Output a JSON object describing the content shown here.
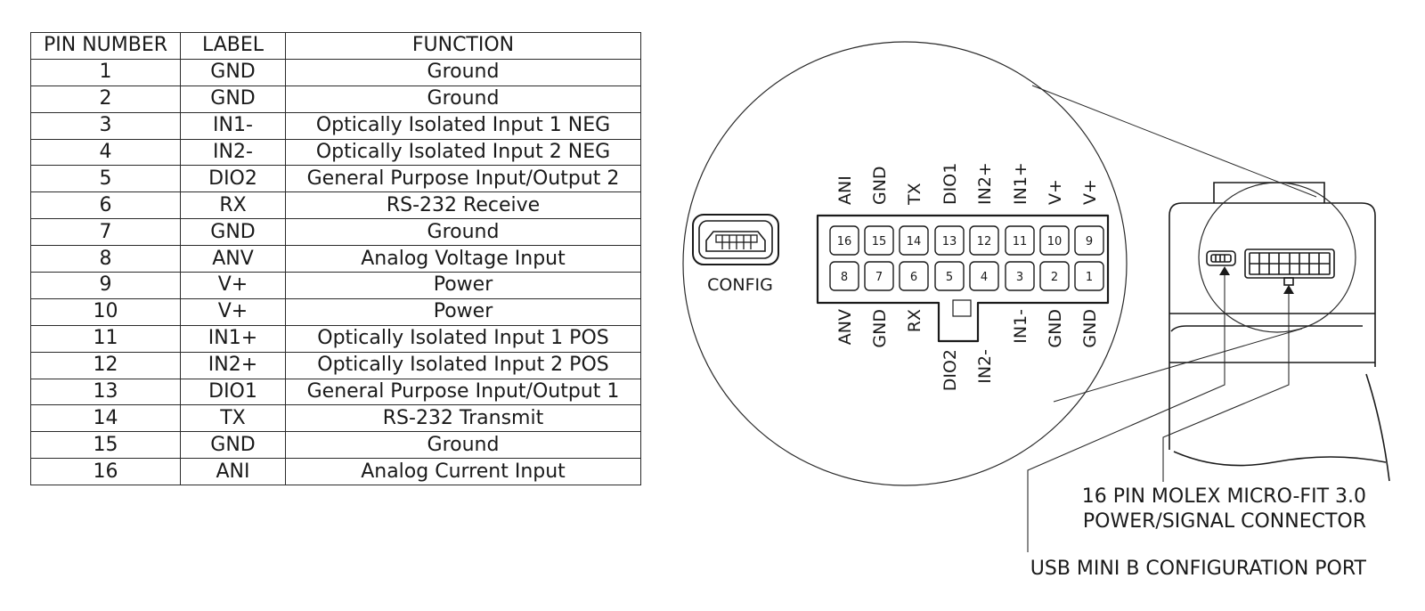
{
  "table": {
    "headers": [
      "PIN NUMBER",
      "LABEL",
      "FUNCTION"
    ],
    "rows": [
      [
        "1",
        "GND",
        "Ground"
      ],
      [
        "2",
        "GND",
        "Ground"
      ],
      [
        "3",
        "IN1-",
        "Optically Isolated Input 1 NEG"
      ],
      [
        "4",
        "IN2-",
        "Optically Isolated Input 2 NEG"
      ],
      [
        "5",
        "DIO2",
        "General Purpose Input/Output 2"
      ],
      [
        "6",
        "RX",
        "RS-232 Receive"
      ],
      [
        "7",
        "GND",
        "Ground"
      ],
      [
        "8",
        "ANV",
        "Analog Voltage Input"
      ],
      [
        "9",
        "V+",
        "Power"
      ],
      [
        "10",
        "V+",
        "Power"
      ],
      [
        "11",
        "IN1+",
        "Optically Isolated Input 1 POS"
      ],
      [
        "12",
        "IN2+",
        "Optically Isolated Input 2 POS"
      ],
      [
        "13",
        "DIO1",
        "General Purpose Input/Output 1"
      ],
      [
        "14",
        "TX",
        "RS-232 Transmit"
      ],
      [
        "15",
        "GND",
        "Ground"
      ],
      [
        "16",
        "ANI",
        "Analog Current Input"
      ]
    ]
  },
  "connector": {
    "top_row_pins": [
      "16",
      "15",
      "14",
      "13",
      "12",
      "11",
      "10",
      "9"
    ],
    "bottom_row_pins": [
      "8",
      "7",
      "6",
      "5",
      "4",
      "3",
      "2",
      "1"
    ],
    "top_labels": [
      "ANI",
      "GND",
      "TX",
      "DIO1",
      "IN2+",
      "IN1+",
      "V+",
      "V+"
    ],
    "bottom_labels": [
      "ANV",
      "GND",
      "RX",
      "DIO2",
      "IN2-",
      "IN1-",
      "GND",
      "GND"
    ]
  },
  "config_label": "CONFIG",
  "callouts": {
    "molex_line1": "16 PIN MOLEX MICRO-FIT 3.0",
    "molex_line2": "POWER/SIGNAL CONNECTOR",
    "usb": "USB MINI B CONFIGURATION PORT"
  }
}
